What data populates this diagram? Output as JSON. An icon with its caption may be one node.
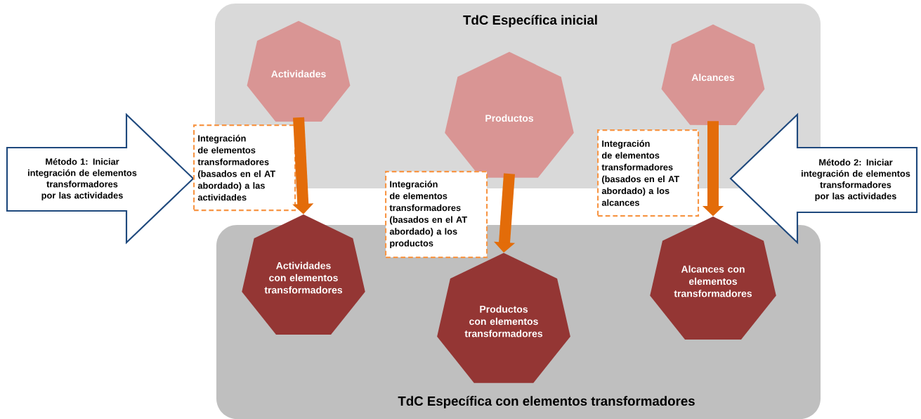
{
  "diagram": {
    "nodes": [
      {
        "text": [
          "TdC Específica inicial"
        ]
      },
      {
        "text": [
          "Actividades"
        ],
        "in": 0
      },
      {
        "text": [
          "Productos"
        ],
        "in": 0
      },
      {
        "text": [
          "Alcances"
        ],
        "in": 0
      },
      {
        "text": [
          "TdC Específica con elementos transformadores"
        ]
      },
      {
        "text": [
          "Actividades con elementos transformadores"
        ],
        "in": 4
      },
      {
        "text": [
          "Productos con elementos transformadores"
        ],
        "in": 4
      },
      {
        "text": [
          "Alcances con elementos transformadores"
        ],
        "in": 4
      },
      {
        "text": [
          "Método 1: Iniciar integración de elementos transformadores por las actividades"
        ]
      },
      {
        "text": [
          "Método 2: Iniciar integración de elementos transformadores por las actividades"
        ]
      },
      {
        "text": [
          "Integración de elementos transformadores (basados en el AT abordado) a las actividades"
        ]
      },
      {
        "text": [
          "Integración de elementos transformadores (basados en el AT abordado) a los productos"
        ]
      },
      {
        "text": [
          "Integración de elementos transformadores (basados en el AT abordado) a los alcances"
        ]
      }
    ],
    "edges": [
      {
        "from": 1,
        "to": 5,
        "arrow": "to"
      },
      {
        "from": 2,
        "to": 6,
        "arrow": "to"
      },
      {
        "from": 3,
        "to": 7,
        "arrow": "to"
      }
    ]
  }
}
